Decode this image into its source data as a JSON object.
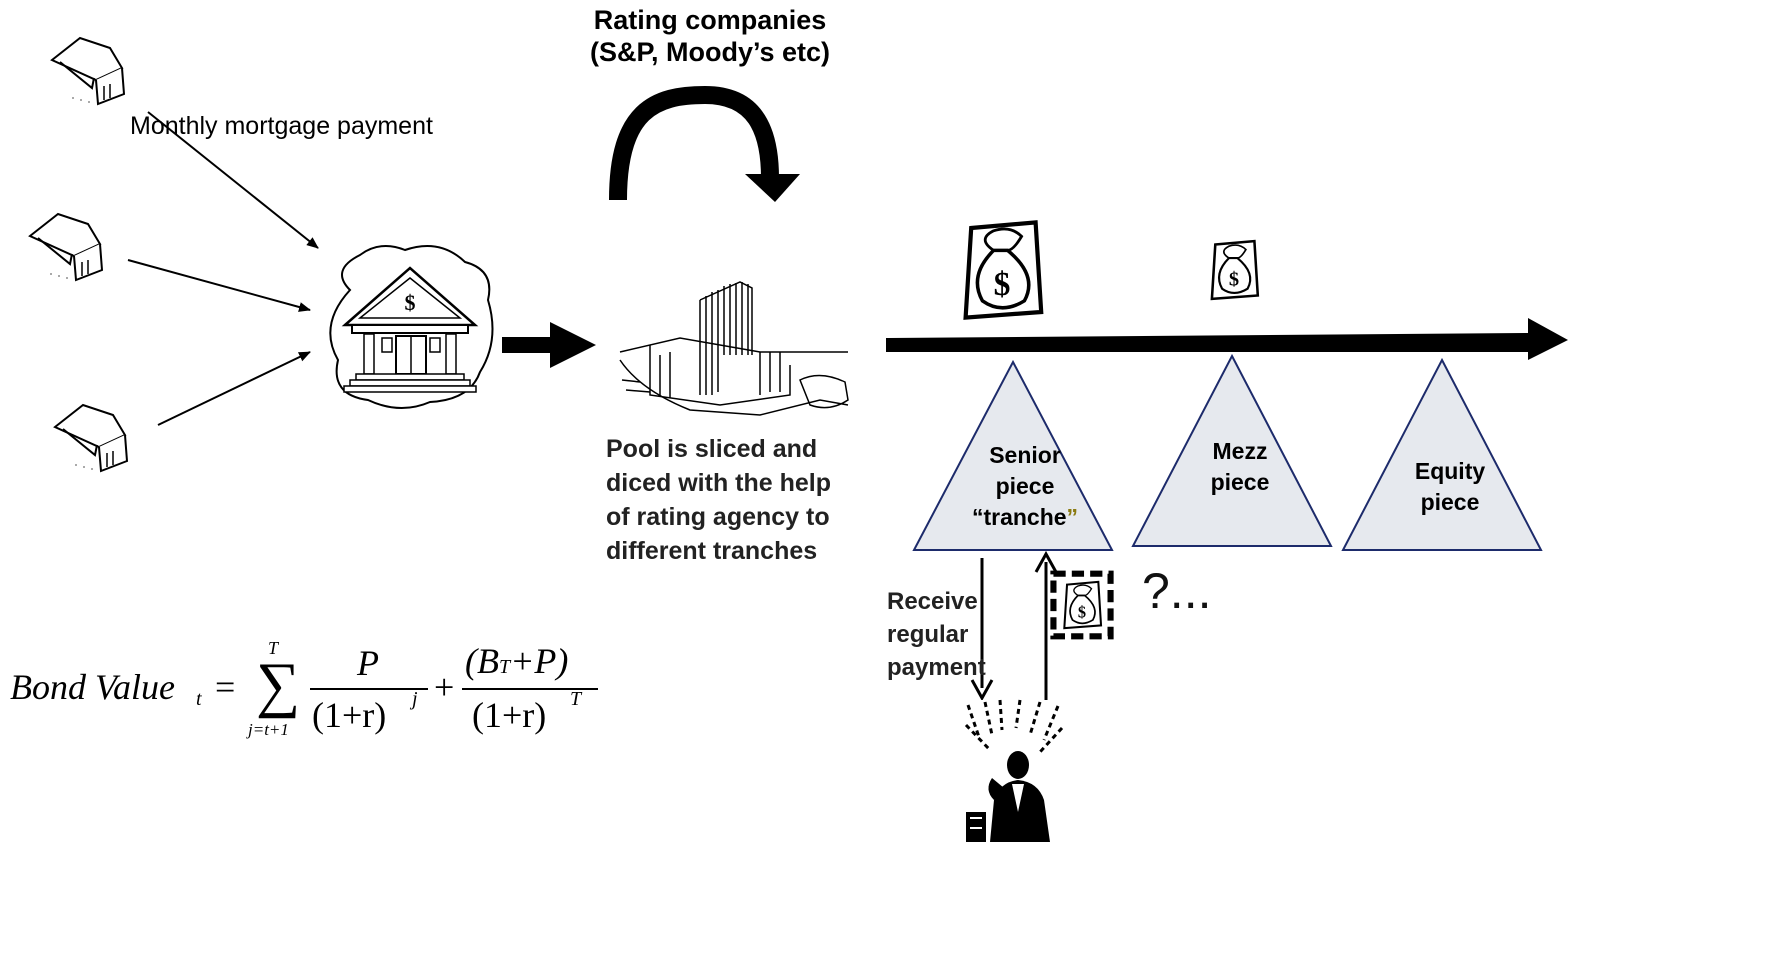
{
  "rating_title": [
    "Rating companies",
    "(S&P, Moody’s etc)"
  ],
  "monthly_label": "Monthly mortgage payment",
  "pool_text": [
    "Pool is sliced and",
    "diced with the help",
    "of rating agency to",
    "different tranches"
  ],
  "tranches": {
    "senior": [
      "Senior",
      "piece",
      "“tranche"
    ],
    "senior_close_quote": "”",
    "mezz": [
      "Mezz",
      "piece"
    ],
    "equity": [
      "Equity",
      "piece"
    ]
  },
  "receive_text": [
    "Receive",
    "regular",
    "payment"
  ],
  "question_text": "?...",
  "formula": {
    "lhs": "Bond Value",
    "lhs_sub": "t",
    "sum_top": "T",
    "sum_bottom": "j=t+1",
    "frac1_num": "P",
    "frac1_den": "(1+r)",
    "frac1_exp": "j",
    "frac2_num": "(B",
    "frac2_num_sub": "T",
    "frac2_num_rest": "+P)",
    "frac2_den": "(1+r)",
    "frac2_exp": "T"
  },
  "colors": {
    "triangle_fill": "#e6e9ee",
    "triangle_stroke": "#1d2b6b",
    "arrow": "#000000"
  },
  "icons": [
    "house-icon",
    "bank-icon",
    "building-icon",
    "money-bag-icon",
    "investor-icon"
  ]
}
